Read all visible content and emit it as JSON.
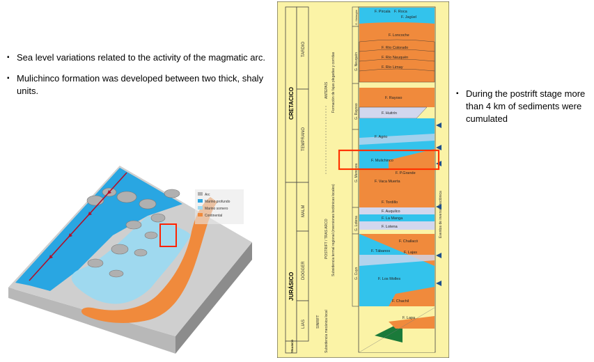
{
  "left_bullets": [
    "Sea level variations related to the activity of the magmatic arc.",
    "Mulichinco formation was developed between two thick, shaly units."
  ],
  "right_bullets": [
    "During the postrift stage more than 4 km of sediments were cumulated"
  ],
  "column": {
    "periods": [
      "CRETACICO",
      "JURÁSICO",
      "TRIASICO"
    ],
    "epochs": [
      "TARDIO",
      "TEMPRANO",
      "MALM",
      "DOGGER",
      "LIAS"
    ],
    "groups": [
      "G. Malargüe",
      "G. Neuquén",
      "G. Rayoso",
      "G. Mendoza",
      "G. Lotena",
      "G. Cuyo"
    ],
    "tectonic_labels": [
      "ANTEPAÍS",
      "Formación de fajas plegadas y corridas",
      "POSTRIFT / TRAS ARCO",
      "Subsidencia termal regional (inversiones tectónicas locales)",
      "SINRIFT",
      "Subsidencia mecánica local"
    ],
    "inversion_label": "Eventos de inversión tectónica",
    "formations": [
      "F. Pircala",
      "F. Roca",
      "F. Jagüel",
      "F. Loncoche",
      "F. Río Colorado",
      "F. Río Neuquén",
      "F. Río Limay",
      "F. Rayoso",
      "F. Huitrín",
      "F. Agrio",
      "F. Mulichinco",
      "F. P.Grande",
      "F. Vaca Muerta",
      "F. Tordillo",
      "F. Auquilco",
      "F. La Manga",
      "F. Lotena",
      "F. Challacó",
      "F. Tábanos",
      "F. Lajas",
      "F. Los Molles",
      "F. Chachil",
      "F. Lapa"
    ],
    "colors": {
      "background": "#fbf3a6",
      "shale": "#33c3ec",
      "continental": "#f08a3c",
      "carbonate": "#d2d7ee",
      "highlight": "#ff3300",
      "arrow": "#1d4e8c"
    }
  },
  "map": {
    "legend": [
      "Arc",
      "Marino profundo",
      "Marino somero",
      "Continental"
    ],
    "colors": {
      "sea": "#29a6e2",
      "shallow": "#9fd9ef",
      "continental": "#f08a3c",
      "land": "#c8c8c8",
      "highlight": "#ff2200"
    }
  }
}
